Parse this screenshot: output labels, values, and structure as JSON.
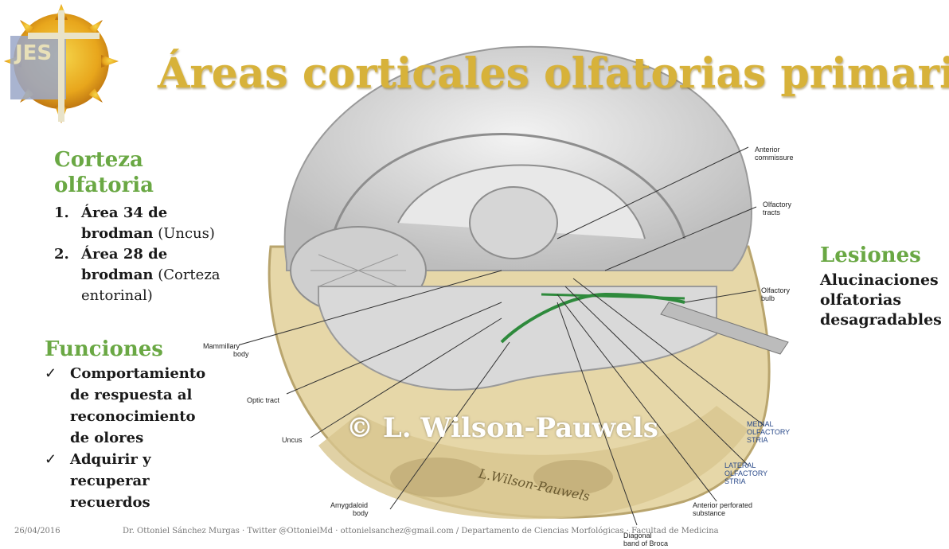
{
  "title": "Áreas corticales olfatorias primarias",
  "logo_letters": "JES",
  "corteza": {
    "heading_line1": "Corteza",
    "heading_line2": "olfatoria",
    "items": [
      {
        "num": "1.",
        "bold1": "Área 34 de",
        "bold2": "brodman",
        "rest": " (Uncus)"
      },
      {
        "num": "2.",
        "bold1": "Área 28 de",
        "bold2": "brodman",
        "rest": " (Corteza",
        "rest2": "entorinal)"
      }
    ]
  },
  "funciones": {
    "heading": "Funciones",
    "check": "✓",
    "items": [
      {
        "lines": [
          "Comportamiento",
          "de respuesta al",
          "reconocimiento",
          "de olores"
        ]
      },
      {
        "lines": [
          "Adquirir y",
          "recuperar",
          "recuerdos"
        ]
      }
    ]
  },
  "lesiones": {
    "heading": "Lesiones",
    "lines": [
      "Alucinaciones",
      "olfatorias",
      "desagradables"
    ]
  },
  "labels": {
    "anterior_commissure": [
      "Anterior",
      "commissure"
    ],
    "olfactory_tracts": [
      "Olfactory",
      "tracts"
    ],
    "olfactory_bulb": [
      "Olfactory",
      "bulb"
    ],
    "mammillary_body": [
      "Mammillary",
      "body"
    ],
    "optic_tract": "Optic tract",
    "uncus": "Uncus",
    "amygdaloid_body": [
      "Amygdaloid",
      "body"
    ],
    "medial_stria": [
      "MEDIAL",
      "OLFACTORY",
      "STRIA"
    ],
    "lateral_stria": [
      "LATERAL",
      "OLFACTORY",
      "STRIA"
    ],
    "anterior_perforated": [
      "Anterior perforated",
      "substance"
    ],
    "diagonal_band": [
      "Diagonal",
      "band of Broca"
    ]
  },
  "copyright": "© L. Wilson-Pauwels",
  "signature": "L.Wilson-Pauwels",
  "footer": {
    "date": "26/04/2016",
    "credit": "Dr. Ottoniel Sánchez Murgas · Twitter @OttonielMd · ottonielsanchez@gmail.com / Departamento de Ciencias Morfológicas · Facultad de Medicina"
  },
  "colors": {
    "title": "#d7b23a",
    "green": "#6aa844",
    "tract": "#2e8a3c",
    "bone": "#e6d7a8"
  }
}
